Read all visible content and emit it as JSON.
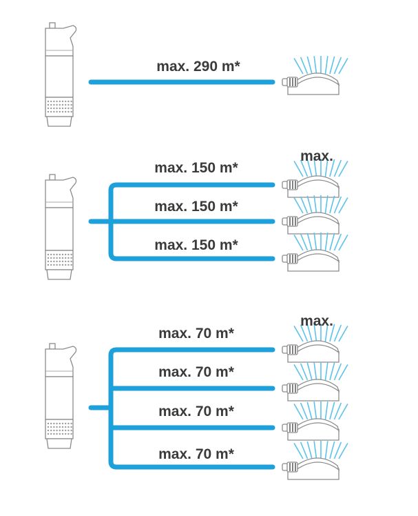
{
  "colors": {
    "pipe": "#1ea0da",
    "spray": "#5cc2ea",
    "text": "#3a3a3a",
    "outline": "#8a8a8a"
  },
  "icons": {
    "pump": "submersible-pump-icon",
    "sprinkler": "oscillating-sprinkler-icon"
  },
  "groups": [
    {
      "branches": [
        "max. 290 m*"
      ],
      "max_label": ""
    },
    {
      "branches": [
        "max. 150 m*",
        "max. 150 m*",
        "max. 150 m*"
      ],
      "max_label": "max."
    },
    {
      "branches": [
        "max. 70 m*",
        "max. 70 m*",
        "max. 70 m*",
        "max. 70 m*"
      ],
      "max_label": "max."
    }
  ]
}
